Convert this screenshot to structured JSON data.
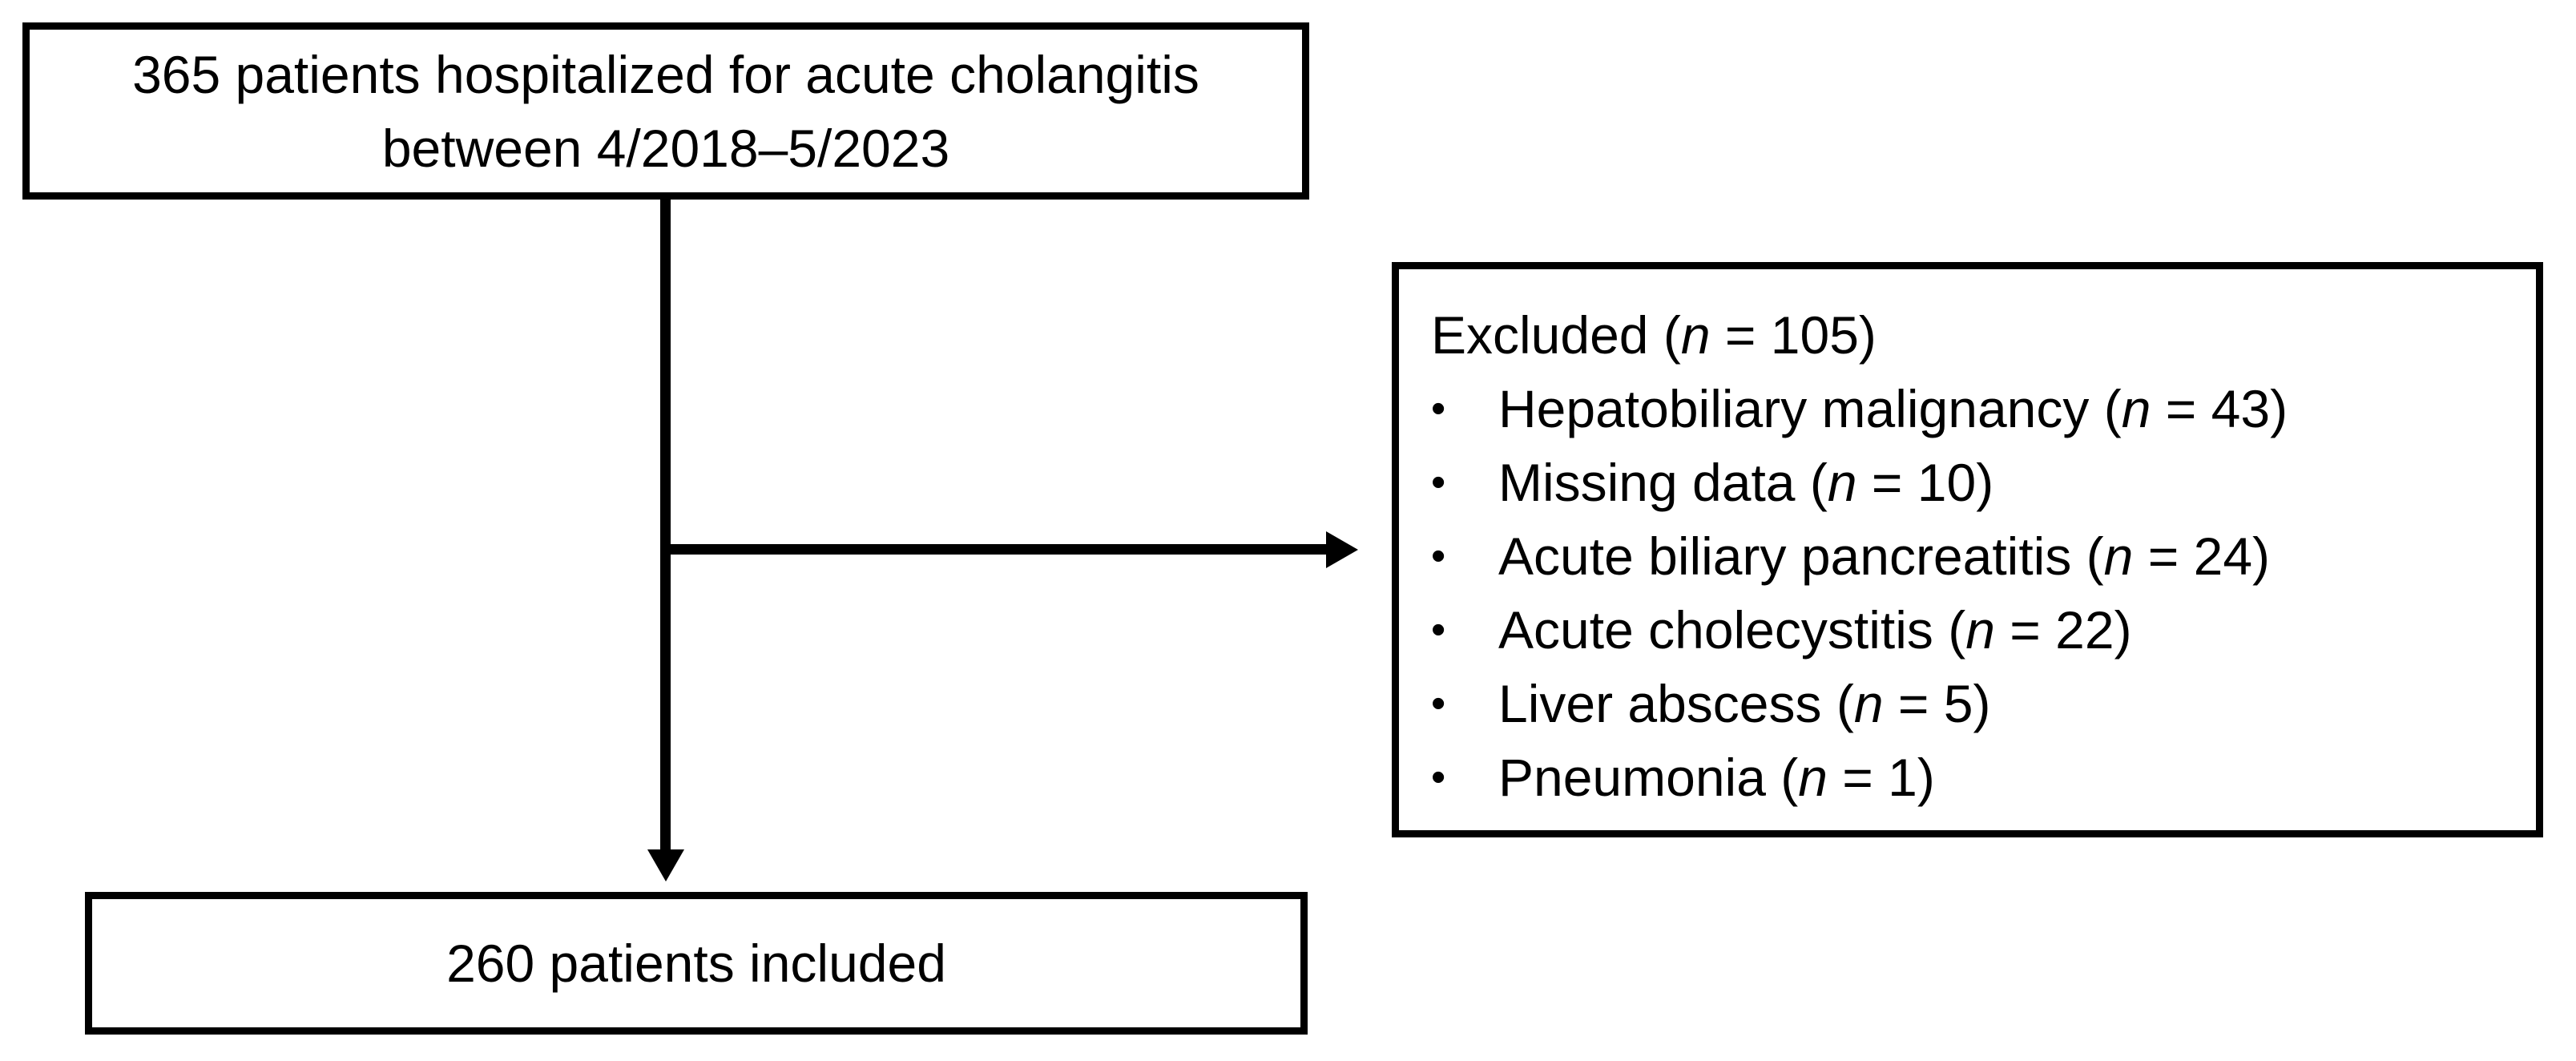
{
  "page": {
    "background_color": "#ffffff",
    "ink_color": "#000000"
  },
  "fragments": {
    "bullet": "•",
    "open": " (",
    "n_symbol": "n",
    "equals": " = ",
    "close": ")"
  },
  "flow": {
    "source_box": {
      "line1": "365 patients hospitalized for acute cholangitis",
      "line2": "between 4/2018–5/2023"
    },
    "excluded_box": {
      "heading_label": "Excluded",
      "heading_count": "105",
      "items": [
        {
          "label": "Hepatobiliary malignancy",
          "count": "43"
        },
        {
          "label": "Missing data",
          "count": "10"
        },
        {
          "label": "Acute biliary pancreatitis",
          "count": "24"
        },
        {
          "label": "Acute cholecystitis",
          "count": "22"
        },
        {
          "label": "Liver abscess",
          "count": "5"
        },
        {
          "label": "Pneumonia",
          "count": "1"
        }
      ]
    },
    "included_box": {
      "text": "260 patients included"
    }
  }
}
